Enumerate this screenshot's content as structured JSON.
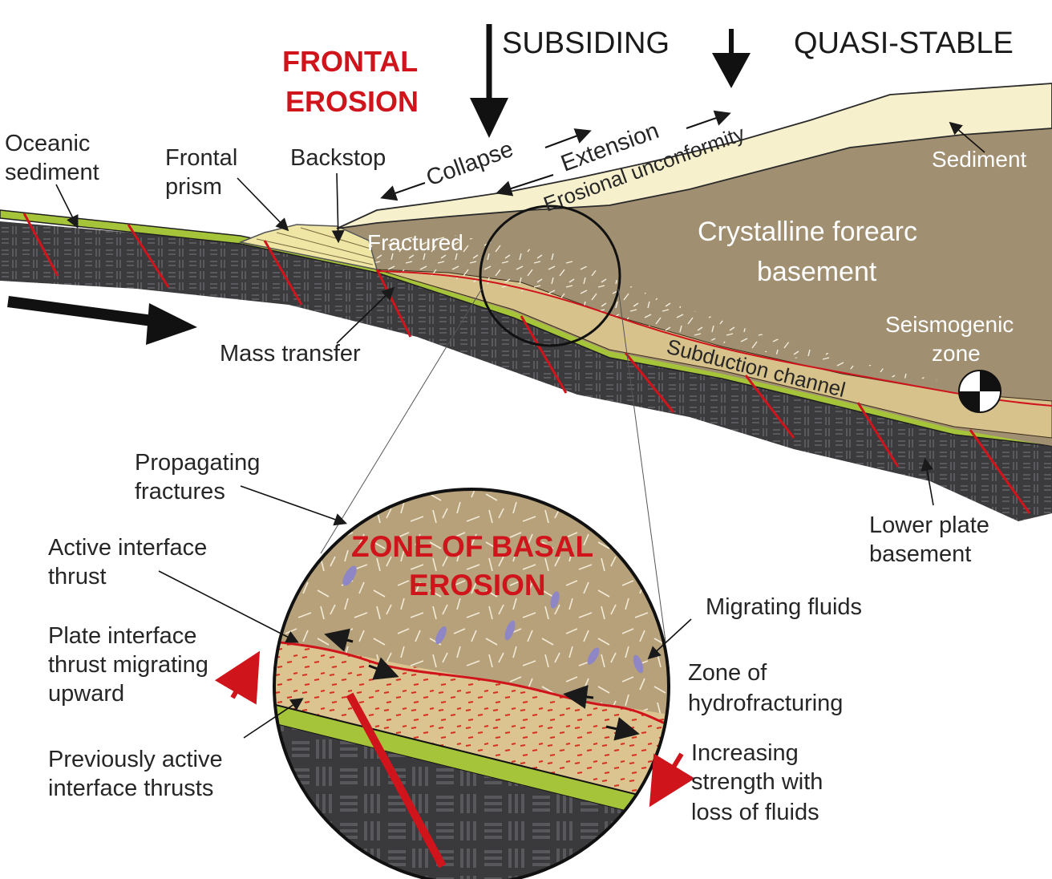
{
  "top": {
    "subsiding": "SUBSIDING",
    "quasi_stable": "QUASI-STABLE",
    "frontal_erosion_line1": "FRONTAL",
    "frontal_erosion_line2": "EROSION"
  },
  "labels": {
    "oceanic_sediment_1": "Oceanic",
    "oceanic_sediment_2": "sediment",
    "frontal_prism_1": "Frontal",
    "frontal_prism_2": "prism",
    "backstop": "Backstop",
    "collapse": "Collapse",
    "extension": "Extension",
    "erosional_unconformity": "Erosional unconformity",
    "sediment": "Sediment",
    "fractured": "Fractured",
    "crystalline_1": "Crystalline forearc",
    "crystalline_2": "basement",
    "seismogenic_1": "Seismogenic",
    "seismogenic_2": "zone",
    "mass_transfer": "Mass transfer",
    "subduction_channel": "Subduction channel",
    "lower_plate_1": "Lower plate",
    "lower_plate_2": "basement"
  },
  "inset": {
    "title_1": "ZONE OF BASAL",
    "title_2": "EROSION",
    "propagating_1": "Propagating",
    "propagating_2": "fractures",
    "active_1": "Active interface",
    "active_2": "thrust",
    "plate_1": "Plate interface",
    "plate_2": "thrust migrating",
    "plate_3": "upward",
    "previous_1": "Previously active",
    "previous_2": "interface thrusts",
    "migrating_fluids": "Migrating fluids",
    "zone_hydro_1": "Zone of",
    "zone_hydro_2": "hydrofracturing",
    "increasing_1": "Increasing",
    "increasing_2": "strength with",
    "increasing_3": "loss of fluids"
  },
  "colors": {
    "basement": "#a08f70",
    "plate": "#3a3a3d",
    "channel": "#d8c28c",
    "green": "#a6c43a",
    "yellow_prism": "#efe6a6",
    "sediment_cover": "#f6f0cc",
    "red": "#d0141c"
  }
}
